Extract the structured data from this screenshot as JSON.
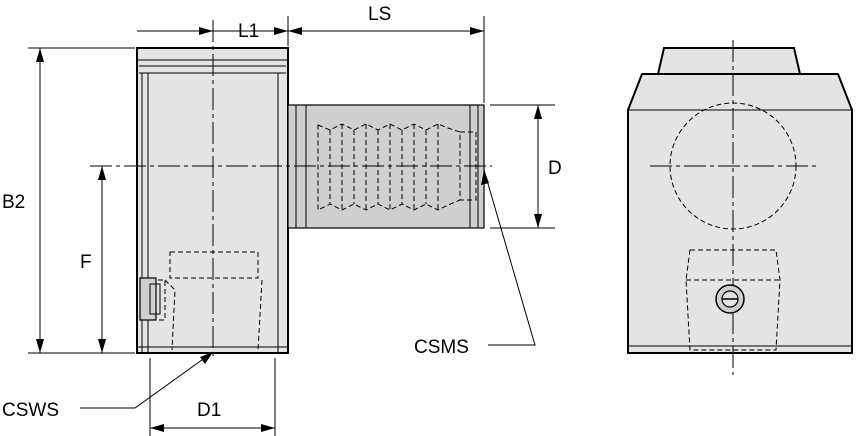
{
  "labels": {
    "l1": "L1",
    "ls": "LS",
    "b2": "B2",
    "d": "D",
    "f": "F",
    "csms": "CSMS",
    "csws": "CSWS",
    "d1": "D1"
  }
}
